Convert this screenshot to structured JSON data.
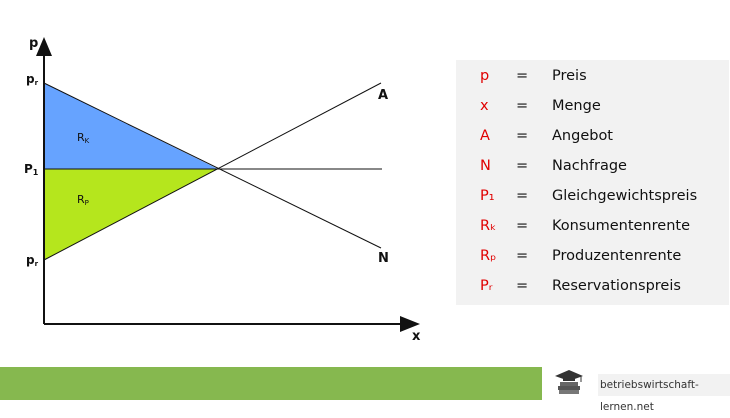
{
  "diagram": {
    "axis_y_label": "p",
    "axis_x_label": "x",
    "supply_label": "A",
    "demand_label": "N",
    "price_top_label": "pr",
    "price_eq_label": "P1",
    "price_bottom_label": "pr",
    "area_consumer_label": "RK",
    "area_producer_label": "Rp",
    "colors": {
      "consumer_area": "#66a3ff",
      "producer_area": "#b5e61d",
      "lines": "#111111"
    }
  },
  "legend": {
    "items": [
      {
        "symbol": "p",
        "eq": "=",
        "text": "Preis"
      },
      {
        "symbol": "x",
        "eq": "=",
        "text": "Menge"
      },
      {
        "symbol": "A",
        "eq": "=",
        "text": "Angebot"
      },
      {
        "symbol": "N",
        "eq": "=",
        "text": "Nachfrage"
      },
      {
        "symbol": "P₁",
        "eq": "=",
        "text": "Gleichgewichtspreis"
      },
      {
        "symbol": "Rₖ",
        "eq": "=",
        "text": "Konsumentenrente"
      },
      {
        "symbol": "Rₚ",
        "eq": "=",
        "text": "Produzentenrente"
      },
      {
        "symbol": "Pᵣ",
        "eq": "=",
        "text": "Reservationspreis"
      }
    ]
  },
  "footer": {
    "site": "betriebswirtschaft-lernen.net",
    "bar_color": "#86b84f"
  }
}
